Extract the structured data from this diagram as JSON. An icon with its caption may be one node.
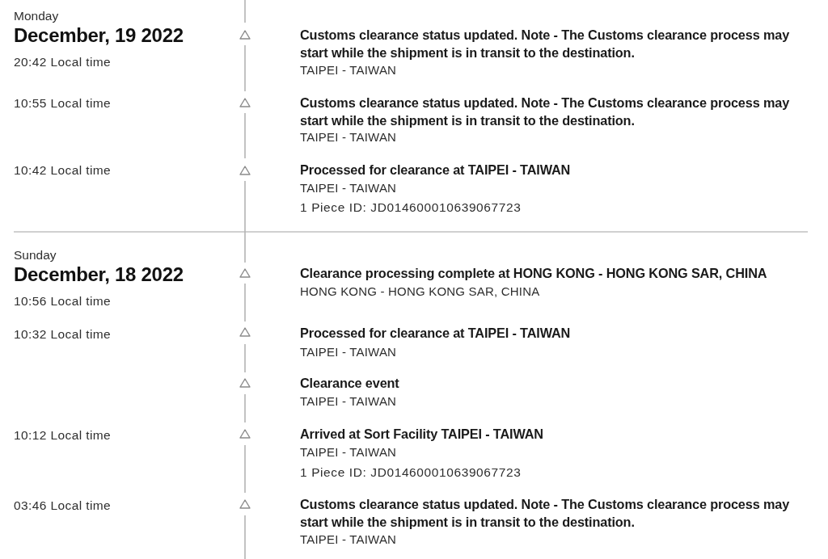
{
  "diagram": {
    "labels": [
      "Monday",
      "December, 19 2022",
      "20:42 Local time",
      "Customs clearance status updated. Note - The Customs clearance process may start while the shipment is in transit to the destination.",
      "TAIPEI - TAIWAN",
      "10:55 Local time",
      "Customs clearance status updated. Note - The Customs clearance process may start while the shipment is in transit to the destination.",
      "TAIPEI - TAIWAN",
      "10:42 Local time",
      "Processed for clearance at TAIPEI - TAIWAN",
      "TAIPEI - TAIWAN",
      "1 Piece ID: JD014600010639067723",
      "Sunday",
      "December, 18 2022",
      "10:56 Local time",
      "Clearance processing complete at HONG KONG - HONG KONG SAR, CHINA",
      "HONG KONG - HONG KONG SAR, CHINA",
      "10:32 Local time",
      "Processed for clearance at TAIPEI - TAIWAN",
      "TAIPEI - TAIWAN",
      "Clearance event",
      "TAIPEI - TAIWAN",
      "10:12 Local time",
      "Arrived at Sort Facility TAIPEI - TAIWAN",
      "TAIPEI - TAIWAN",
      "1 Piece ID: JD014600010639067723",
      "03:46 Local time",
      "Customs clearance status updated. Note - The Customs clearance process may start while the shipment is in transit to the destination.",
      "TAIPEI - TAIWAN"
    ]
  }
}
